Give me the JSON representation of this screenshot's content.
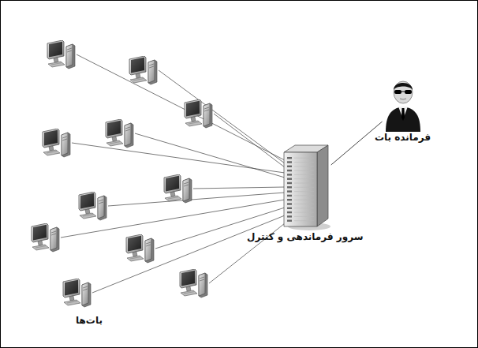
{
  "diagram": {
    "nodes": [
      {
        "text": [
          "فرمانده بات"
        ]
      },
      {
        "text": [
          "سرور فرماندهی و کنترل"
        ]
      }
    ],
    "edges": [
      {
        "from": 0,
        "to": 1,
        "arrow": "none"
      }
    ],
    "labels": [
      "بات‌ها"
    ]
  }
}
